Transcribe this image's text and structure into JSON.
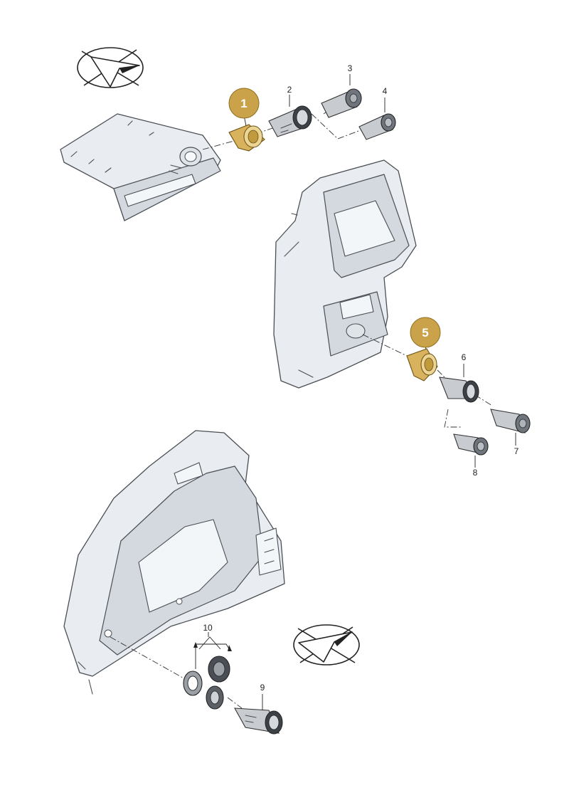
{
  "diagram": {
    "highlighted_callouts": [
      {
        "id": "callout-1",
        "label": "1",
        "color": "#c9a24a"
      },
      {
        "id": "callout-5",
        "label": "5",
        "color": "#c9a24a"
      }
    ],
    "part_numbers": [
      {
        "id": "part-2",
        "label": "2"
      },
      {
        "id": "part-3",
        "label": "3"
      },
      {
        "id": "part-4",
        "label": "4"
      },
      {
        "id": "part-6",
        "label": "6"
      },
      {
        "id": "part-7",
        "label": "7"
      },
      {
        "id": "part-8",
        "label": "8"
      },
      {
        "id": "part-9",
        "label": "9"
      },
      {
        "id": "part-10",
        "label": "10"
      }
    ],
    "icons": [
      "direction-arrow-icon",
      "direction-arrow-icon"
    ],
    "colors": {
      "highlight": "#c9a24a",
      "panel": "#e9edf1",
      "outline": "#4a4f55"
    }
  }
}
